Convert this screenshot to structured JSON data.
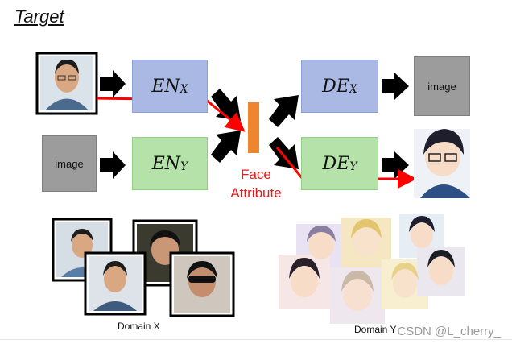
{
  "title": "Target",
  "encoders": {
    "x": {
      "base": "EN",
      "sub": "X"
    },
    "y": {
      "base": "EN",
      "sub": "Y"
    }
  },
  "decoders": {
    "x": {
      "base": "DE",
      "sub": "X"
    },
    "y": {
      "base": "DE",
      "sub": "Y"
    }
  },
  "placeholders": {
    "image_left": "image",
    "image_right": "image"
  },
  "face_attribute": [
    "Face",
    "Attribute"
  ],
  "captions": {
    "domain_x": "Domain X",
    "domain_y": "Domain Y"
  },
  "watermark": "CSDN @L_cherry_",
  "colors": {
    "encoder_x": "#a9b9e3",
    "encoder_y": "#b5e2a8",
    "attribute_bar": "#f08530",
    "flow_line": "#ff0000",
    "arrow": "#000000",
    "placeholder": "#9c9c9c"
  }
}
